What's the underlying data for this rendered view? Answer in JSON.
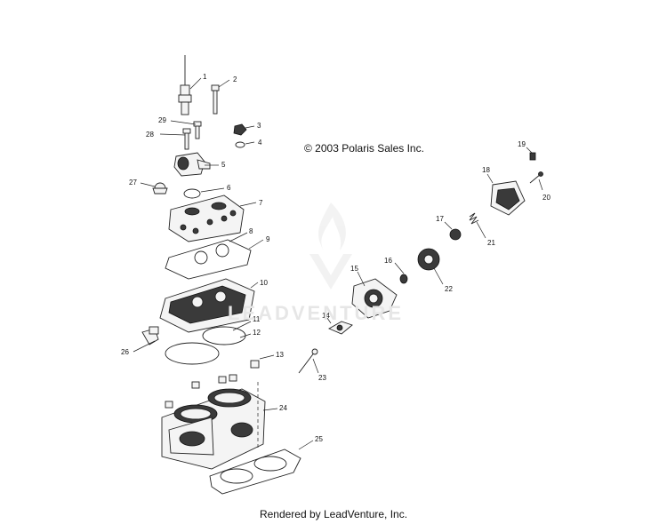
{
  "copyright": "© 2003 Polaris Sales Inc.",
  "footer": "Rendered by LeadVenture, Inc.",
  "watermark": "LEADVENTURE",
  "callouts": {
    "c1": "1",
    "c2": "2",
    "c3": "3",
    "c4": "4",
    "c5": "5",
    "c6": "6",
    "c7": "7",
    "c8": "8",
    "c9": "9",
    "c10": "10",
    "c11": "11",
    "c12": "12",
    "c13": "13",
    "c14": "14",
    "c15": "15",
    "c16": "16",
    "c17": "17",
    "c18": "18",
    "c19": "19",
    "c20": "20",
    "c21": "21",
    "c22": "22",
    "c23": "23",
    "c24": "24",
    "c25": "25",
    "c26": "26",
    "c27": "27",
    "c28": "28",
    "c29": "29"
  }
}
